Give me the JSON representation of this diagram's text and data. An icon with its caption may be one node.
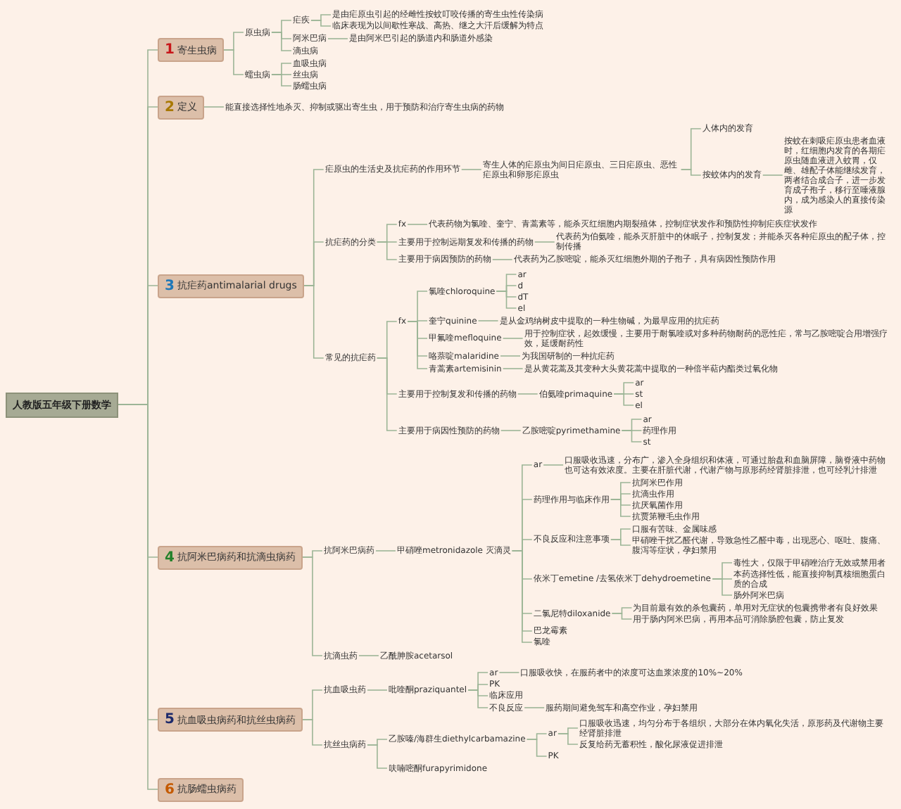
{
  "diagram": {
    "nodes": [
      {
        "text": [
          "人教版五年级下册数学"
        ]
      },
      {
        "text": [
          "1",
          "寄生虫病"
        ]
      },
      {
        "text": [
          "原虫病"
        ]
      },
      {
        "text": [
          "疟疾"
        ]
      },
      {
        "text": [
          "是由疟原虫引起的经雌性按蚊叮咬传播的寄生虫性传染病"
        ]
      },
      {
        "text": [
          "临床表现为以间歇性寒战、高热、继之大汗后缓解为特点"
        ]
      },
      {
        "text": [
          "阿米巴病"
        ]
      },
      {
        "text": [
          "是由阿米巴引起的肠道内和肠道外感染"
        ]
      },
      {
        "text": [
          "滴虫病"
        ]
      },
      {
        "text": [
          "蠕虫病"
        ]
      },
      {
        "text": [
          "血吸虫病"
        ]
      },
      {
        "text": [
          "丝虫病"
        ]
      },
      {
        "text": [
          "肠蠕虫病"
        ]
      },
      {
        "text": [
          "2",
          "定义"
        ]
      },
      {
        "text": [
          "能直接选择性地杀灭、抑制或驱出寄生虫，用于预防和治疗寄生虫病的药物"
        ]
      },
      {
        "text": [
          "3",
          "抗疟药antimalarial drugs"
        ]
      },
      {
        "text": [
          "疟原虫的生活史及抗疟药的作用环节"
        ]
      },
      {
        "text": [
          "寄生人体的疟原虫为间日疟原虫、三日疟原虫、恶性疟原虫和卵形疟原虫"
        ]
      },
      {
        "text": [
          "人体内的发育"
        ]
      },
      {
        "text": [
          "按蚊体内的发育"
        ]
      },
      {
        "text": [
          "按蚊在刺吸疟原虫患者血液时，红细胞内发育的各期疟原虫随血液进入蚊胃，仅雌、雄配子体能继续发育，两者结合成合子，进一步发育成子孢子，移行至唾液腺内，成为感染人的直接传染源"
        ]
      },
      {
        "text": [
          "抗疟药的分类"
        ]
      },
      {
        "text": [
          "fx"
        ]
      },
      {
        "text": [
          "代表药物为氯喹、奎宁、青蒿素等，能杀灭红细胞内期裂殖体，控制症状发作和预防性抑制疟疾症状发作"
        ]
      },
      {
        "text": [
          "主要用于控制远期复发和传播的药物"
        ]
      },
      {
        "text": [
          "代表药为伯氨喹，能杀灭肝脏中的休眠子，控制复发；并能杀灭各种疟原虫的配子体，控制传播"
        ]
      },
      {
        "text": [
          "主要用于病因预防的药物"
        ]
      },
      {
        "text": [
          "代表药为乙胺嘧啶，能杀灭红细胞外期的子孢子，具有病因性预防作用"
        ]
      },
      {
        "text": [
          "常见的抗疟药"
        ]
      },
      {
        "text": [
          "fx"
        ]
      },
      {
        "text": [
          "氯喹chloroquine"
        ]
      },
      {
        "text": [
          "ar"
        ]
      },
      {
        "text": [
          "d"
        ]
      },
      {
        "text": [
          "dT"
        ]
      },
      {
        "text": [
          "el"
        ]
      },
      {
        "text": [
          "奎宁quinine"
        ]
      },
      {
        "text": [
          "是从金鸡纳树皮中提取的一种生物碱，为最早应用的抗疟药"
        ]
      },
      {
        "text": [
          "甲氟喹mefloquine"
        ]
      },
      {
        "text": [
          "用于控制症状，起效缓慢，主要用于耐氯喹或对多种药物耐药的恶性疟，常与乙胺嘧啶合用增强疗效，延缓耐药性"
        ]
      },
      {
        "text": [
          "咯萘啶malaridine"
        ]
      },
      {
        "text": [
          "为我国研制的一种抗疟药"
        ]
      },
      {
        "text": [
          "青蒿素artemisinin"
        ]
      },
      {
        "text": [
          "是从黄花蒿及其变种大头黄花蒿中提取的一种倍半萜内酯类过氧化物"
        ]
      },
      {
        "text": [
          "主要用于控制复发和传播的药物"
        ]
      },
      {
        "text": [
          "伯氨喹primaquine"
        ]
      },
      {
        "text": [
          "ar"
        ]
      },
      {
        "text": [
          "st"
        ]
      },
      {
        "text": [
          "el"
        ]
      },
      {
        "text": [
          "主要用于病因性预防的药物"
        ]
      },
      {
        "text": [
          "乙胺嘧啶pyrimethamine"
        ]
      },
      {
        "text": [
          "ar"
        ]
      },
      {
        "text": [
          "药理作用"
        ]
      },
      {
        "text": [
          "st"
        ]
      },
      {
        "text": [
          "4",
          "抗阿米巴病药和抗滴虫病药"
        ]
      },
      {
        "text": [
          "抗阿米巴病药"
        ]
      },
      {
        "text": [
          "甲硝唑metronidazole 灭滴灵"
        ]
      },
      {
        "text": [
          "ar"
        ]
      },
      {
        "text": [
          "口服吸收迅速，分布广，渗入全身组织和体液，可通过胎盘和血脑屏障，脑脊液中药物也可达有效浓度。主要在肝脏代谢，代谢产物与原形药经肾脏排泄，也可经乳汁排泄"
        ]
      },
      {
        "text": [
          "药理作用与临床作用"
        ]
      },
      {
        "text": [
          "抗阿米巴作用"
        ]
      },
      {
        "text": [
          "抗滴虫作用"
        ]
      },
      {
        "text": [
          "抗厌氧菌作用"
        ]
      },
      {
        "text": [
          "抗贾第鞭毛虫作用"
        ]
      },
      {
        "text": [
          "不良反应和注意事项"
        ]
      },
      {
        "text": [
          "口服有苦味、金属味感"
        ]
      },
      {
        "text": [
          "甲硝唑干扰乙醛代谢，导致急性乙醛中毒，出现恶心、呕吐、腹痛、腹泻等症状，孕妇禁用"
        ]
      },
      {
        "text": [
          "依米丁emetine /去氢依米丁dehydroemetine"
        ]
      },
      {
        "text": [
          "毒性大，仅限于甲硝唑治疗无效或禁用者"
        ]
      },
      {
        "text": [
          "本药选择性低，能直接抑制真核细胞蛋白质的合成"
        ]
      },
      {
        "text": [
          "肠外阿米巴病"
        ]
      },
      {
        "text": [
          "二氯尼特diloxanide"
        ]
      },
      {
        "text": [
          "为目前最有效的杀包囊药，单用对无症状的包囊携带者有良好效果"
        ]
      },
      {
        "text": [
          "用于肠内阿米巴病，再用本品可消除肠腔包囊，防止复发"
        ]
      },
      {
        "text": [
          "巴龙霉素"
        ]
      },
      {
        "text": [
          "氯喹"
        ]
      },
      {
        "text": [
          "抗滴虫药"
        ]
      },
      {
        "text": [
          "乙酰胂胺acetarsol"
        ]
      },
      {
        "text": [
          "5",
          "抗血吸虫病药和抗丝虫病药"
        ]
      },
      {
        "text": [
          "抗血吸虫药"
        ]
      },
      {
        "text": [
          "吡喹酮praziquantel"
        ]
      },
      {
        "text": [
          "ar"
        ]
      },
      {
        "text": [
          "口服吸收快，在服药者中的浓度可达血浆浓度的10%~20%"
        ]
      },
      {
        "text": [
          "PK"
        ]
      },
      {
        "text": [
          "临床应用"
        ]
      },
      {
        "text": [
          "不良反应"
        ]
      },
      {
        "text": [
          "服药期间避免驾车和高空作业，孕妇禁用"
        ]
      },
      {
        "text": [
          "抗丝虫病药"
        ]
      },
      {
        "text": [
          "乙胺嗪/海群生diethylcarbamazine"
        ]
      },
      {
        "text": [
          "ar"
        ]
      },
      {
        "text": [
          "口服吸收迅速，均匀分布于各组织，大部分在体内氧化失活，原形药及代谢物主要经肾脏排泄"
        ]
      },
      {
        "text": [
          "反复给药无蓄积性，酸化尿液促进排泄"
        ]
      },
      {
        "text": [
          "PK"
        ]
      },
      {
        "text": [
          "呋喃嘧酮furapyrimidone"
        ]
      },
      {
        "text": [
          "6",
          "抗肠蠕虫病药"
        ]
      }
    ],
    "edges": [
      {
        "from": 0,
        "to": 1,
        "arrow": "none"
      },
      {
        "from": 1,
        "to": 2,
        "arrow": "none"
      },
      {
        "from": 2,
        "to": 3,
        "arrow": "none"
      },
      {
        "from": 3,
        "to": 4,
        "arrow": "none"
      },
      {
        "from": 3,
        "to": 5,
        "arrow": "none"
      },
      {
        "from": 2,
        "to": 6,
        "arrow": "none"
      },
      {
        "from": 6,
        "to": 7,
        "arrow": "none"
      },
      {
        "from": 2,
        "to": 8,
        "arrow": "none"
      },
      {
        "from": 1,
        "to": 9,
        "arrow": "none"
      },
      {
        "from": 9,
        "to": 10,
        "arrow": "none"
      },
      {
        "from": 9,
        "to": 11,
        "arrow": "none"
      },
      {
        "from": 9,
        "to": 12,
        "arrow": "none"
      },
      {
        "from": 0,
        "to": 13,
        "arrow": "none"
      },
      {
        "from": 13,
        "to": 14,
        "arrow": "none"
      },
      {
        "from": 0,
        "to": 15,
        "arrow": "none"
      },
      {
        "from": 15,
        "to": 16,
        "arrow": "none"
      },
      {
        "from": 16,
        "to": 17,
        "arrow": "none"
      },
      {
        "from": 17,
        "to": 18,
        "arrow": "none"
      },
      {
        "from": 17,
        "to": 19,
        "arrow": "none"
      },
      {
        "from": 19,
        "to": 20,
        "arrow": "none"
      },
      {
        "from": 15,
        "to": 21,
        "arrow": "none"
      },
      {
        "from": 21,
        "to": 22,
        "arrow": "none"
      },
      {
        "from": 22,
        "to": 23,
        "arrow": "none"
      },
      {
        "from": 21,
        "to": 24,
        "arrow": "none"
      },
      {
        "from": 24,
        "to": 25,
        "arrow": "none"
      },
      {
        "from": 21,
        "to": 26,
        "arrow": "none"
      },
      {
        "from": 26,
        "to": 27,
        "arrow": "none"
      },
      {
        "from": 15,
        "to": 28,
        "arrow": "none"
      },
      {
        "from": 28,
        "to": 29,
        "arrow": "none"
      },
      {
        "from": 29,
        "to": 30,
        "arrow": "none"
      },
      {
        "from": 30,
        "to": 31,
        "arrow": "none"
      },
      {
        "from": 30,
        "to": 32,
        "arrow": "none"
      },
      {
        "from": 30,
        "to": 33,
        "arrow": "none"
      },
      {
        "from": 30,
        "to": 34,
        "arrow": "none"
      },
      {
        "from": 29,
        "to": 35,
        "arrow": "none"
      },
      {
        "from": 35,
        "to": 36,
        "arrow": "none"
      },
      {
        "from": 29,
        "to": 37,
        "arrow": "none"
      },
      {
        "from": 37,
        "to": 38,
        "arrow": "none"
      },
      {
        "from": 29,
        "to": 39,
        "arrow": "none"
      },
      {
        "from": 39,
        "to": 40,
        "arrow": "none"
      },
      {
        "from": 29,
        "to": 41,
        "arrow": "none"
      },
      {
        "from": 41,
        "to": 42,
        "arrow": "none"
      },
      {
        "from": 28,
        "to": 43,
        "arrow": "none"
      },
      {
        "from": 43,
        "to": 44,
        "arrow": "none"
      },
      {
        "from": 44,
        "to": 45,
        "arrow": "none"
      },
      {
        "from": 44,
        "to": 46,
        "arrow": "none"
      },
      {
        "from": 44,
        "to": 47,
        "arrow": "none"
      },
      {
        "from": 28,
        "to": 48,
        "arrow": "none"
      },
      {
        "from": 48,
        "to": 49,
        "arrow": "none"
      },
      {
        "from": 49,
        "to": 50,
        "arrow": "none"
      },
      {
        "from": 49,
        "to": 51,
        "arrow": "none"
      },
      {
        "from": 49,
        "to": 52,
        "arrow": "none"
      },
      {
        "from": 0,
        "to": 53,
        "arrow": "none"
      },
      {
        "from": 53,
        "to": 54,
        "arrow": "none"
      },
      {
        "from": 54,
        "to": 55,
        "arrow": "none"
      },
      {
        "from": 55,
        "to": 56,
        "arrow": "none"
      },
      {
        "from": 56,
        "to": 57,
        "arrow": "none"
      },
      {
        "from": 55,
        "to": 58,
        "arrow": "none"
      },
      {
        "from": 58,
        "to": 59,
        "arrow": "none"
      },
      {
        "from": 58,
        "to": 60,
        "arrow": "none"
      },
      {
        "from": 58,
        "to": 61,
        "arrow": "none"
      },
      {
        "from": 58,
        "to": 62,
        "arrow": "none"
      },
      {
        "from": 55,
        "to": 63,
        "arrow": "none"
      },
      {
        "from": 63,
        "to": 64,
        "arrow": "none"
      },
      {
        "from": 63,
        "to": 65,
        "arrow": "none"
      },
      {
        "from": 55,
        "to": 66,
        "arrow": "none"
      },
      {
        "from": 66,
        "to": 67,
        "arrow": "none"
      },
      {
        "from": 66,
        "to": 68,
        "arrow": "none"
      },
      {
        "from": 66,
        "to": 69,
        "arrow": "none"
      },
      {
        "from": 55,
        "to": 70,
        "arrow": "none"
      },
      {
        "from": 70,
        "to": 71,
        "arrow": "none"
      },
      {
        "from": 70,
        "to": 72,
        "arrow": "none"
      },
      {
        "from": 55,
        "to": 73,
        "arrow": "none"
      },
      {
        "from": 55,
        "to": 74,
        "arrow": "none"
      },
      {
        "from": 53,
        "to": 75,
        "arrow": "none"
      },
      {
        "from": 75,
        "to": 76,
        "arrow": "none"
      },
      {
        "from": 0,
        "to": 77,
        "arrow": "none"
      },
      {
        "from": 77,
        "to": 78,
        "arrow": "none"
      },
      {
        "from": 78,
        "to": 79,
        "arrow": "none"
      },
      {
        "from": 79,
        "to": 80,
        "arrow": "none"
      },
      {
        "from": 80,
        "to": 81,
        "arrow": "none"
      },
      {
        "from": 79,
        "to": 82,
        "arrow": "none"
      },
      {
        "from": 79,
        "to": 83,
        "arrow": "none"
      },
      {
        "from": 79,
        "to": 84,
        "arrow": "none"
      },
      {
        "from": 84,
        "to": 85,
        "arrow": "none"
      },
      {
        "from": 77,
        "to": 86,
        "arrow": "none"
      },
      {
        "from": 86,
        "to": 87,
        "arrow": "none"
      },
      {
        "from": 87,
        "to": 88,
        "arrow": "none"
      },
      {
        "from": 88,
        "to": 89,
        "arrow": "none"
      },
      {
        "from": 88,
        "to": 90,
        "arrow": "none"
      },
      {
        "from": 87,
        "to": 91,
        "arrow": "none"
      },
      {
        "from": 86,
        "to": 92,
        "arrow": "none"
      },
      {
        "from": 0,
        "to": 93,
        "arrow": "none"
      }
    ]
  }
}
